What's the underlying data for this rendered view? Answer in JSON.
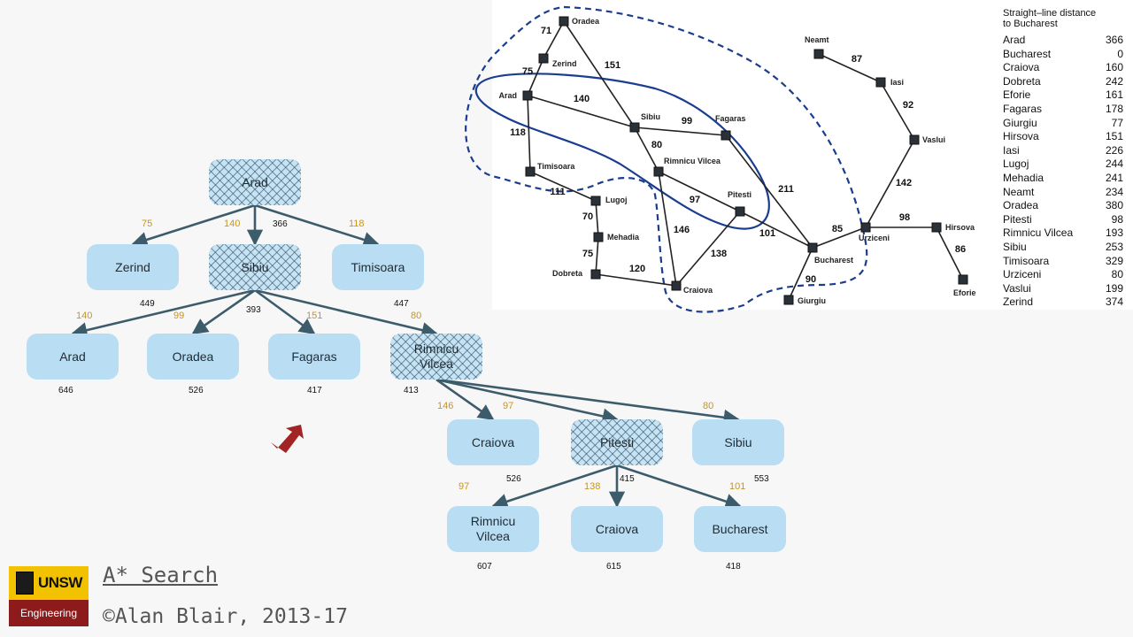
{
  "tree": {
    "nodes": [
      {
        "id": "arad_root",
        "label": "Arad",
        "expanded": true
      },
      {
        "id": "zerind",
        "label": "Zerind",
        "expanded": false,
        "f": "449"
      },
      {
        "id": "sibiu",
        "label": "Sibiu",
        "expanded": true,
        "f": "393"
      },
      {
        "id": "timisoara",
        "label": "Timisoara",
        "expanded": false,
        "f": "447"
      },
      {
        "id": "arad2",
        "label": "Arad",
        "expanded": false,
        "f": "646"
      },
      {
        "id": "oradea",
        "label": "Oradea",
        "expanded": false,
        "f": "526"
      },
      {
        "id": "fagaras",
        "label": "Fagaras",
        "expanded": false,
        "f": "417"
      },
      {
        "id": "rimnicu",
        "label": "Rimnicu Vilcea",
        "expanded": true,
        "f": "413"
      },
      {
        "id": "craiova",
        "label": "Craiova",
        "expanded": false,
        "f": "526"
      },
      {
        "id": "pitesti",
        "label": "Pitesti",
        "expanded": true,
        "f": "415"
      },
      {
        "id": "sibiu2",
        "label": "Sibiu",
        "expanded": false,
        "f": "553"
      },
      {
        "id": "rimnicu2",
        "label": "Rimnicu Vilcea",
        "expanded": false,
        "f": "607"
      },
      {
        "id": "craiova2",
        "label": "Craiova",
        "expanded": false,
        "f": "615"
      },
      {
        "id": "bucharest",
        "label": "Bucharest",
        "expanded": false,
        "f": "418"
      }
    ],
    "root_f": "366",
    "edges": [
      {
        "from": "arad_root",
        "to": "zerind",
        "cost": "75"
      },
      {
        "from": "arad_root",
        "to": "sibiu",
        "cost": "140"
      },
      {
        "from": "arad_root",
        "to": "timisoara",
        "cost": "118"
      },
      {
        "from": "sibiu",
        "to": "arad2",
        "cost": "140"
      },
      {
        "from": "sibiu",
        "to": "oradea",
        "cost": "99"
      },
      {
        "from": "sibiu",
        "to": "fagaras",
        "cost": "151"
      },
      {
        "from": "sibiu",
        "to": "rimnicu",
        "cost": "80"
      },
      {
        "from": "rimnicu",
        "to": "craiova",
        "cost": "146"
      },
      {
        "from": "rimnicu",
        "to": "pitesti",
        "cost": "97"
      },
      {
        "from": "rimnicu",
        "to": "sibiu2",
        "cost": "80"
      },
      {
        "from": "pitesti",
        "to": "rimnicu2",
        "cost": "97"
      },
      {
        "from": "pitesti",
        "to": "craiova2",
        "cost": "138"
      },
      {
        "from": "pitesti",
        "to": "bucharest",
        "cost": "101"
      }
    ]
  },
  "map": {
    "cities": [
      {
        "id": "oradea",
        "label": "Oradea"
      },
      {
        "id": "zerind",
        "label": "Zerind"
      },
      {
        "id": "arad",
        "label": "Arad"
      },
      {
        "id": "sibiu",
        "label": "Sibiu"
      },
      {
        "id": "fagaras",
        "label": "Fagaras"
      },
      {
        "id": "timisoara",
        "label": "Timisoara"
      },
      {
        "id": "rimnicu",
        "label": "Rimnicu Vilcea"
      },
      {
        "id": "lugoj",
        "label": "Lugoj"
      },
      {
        "id": "pitesti",
        "label": "Pitesti"
      },
      {
        "id": "mehadia",
        "label": "Mehadia"
      },
      {
        "id": "dobreta",
        "label": "Dobreta"
      },
      {
        "id": "craiova",
        "label": "Craiova"
      },
      {
        "id": "bucharest",
        "label": "Bucharest"
      },
      {
        "id": "giurgiu",
        "label": "Giurgiu"
      },
      {
        "id": "urziceni",
        "label": "Urziceni"
      },
      {
        "id": "hirsova",
        "label": "Hirsova"
      },
      {
        "id": "eforie",
        "label": "Eforie"
      },
      {
        "id": "vaslui",
        "label": "Vaslui"
      },
      {
        "id": "iasi",
        "label": "Iasi"
      },
      {
        "id": "neamt",
        "label": "Neamt"
      }
    ],
    "roads": [
      {
        "a": "oradea",
        "b": "zerind",
        "dist": "71"
      },
      {
        "a": "oradea",
        "b": "sibiu",
        "dist": "151"
      },
      {
        "a": "zerind",
        "b": "arad",
        "dist": "75"
      },
      {
        "a": "arad",
        "b": "sibiu",
        "dist": "140"
      },
      {
        "a": "arad",
        "b": "timisoara",
        "dist": "118"
      },
      {
        "a": "sibiu",
        "b": "fagaras",
        "dist": "99"
      },
      {
        "a": "sibiu",
        "b": "rimnicu",
        "dist": "80"
      },
      {
        "a": "timisoara",
        "b": "lugoj",
        "dist": "111"
      },
      {
        "a": "lugoj",
        "b": "mehadia",
        "dist": "70"
      },
      {
        "a": "mehadia",
        "b": "dobreta",
        "dist": "75"
      },
      {
        "a": "dobreta",
        "b": "craiova",
        "dist": "120"
      },
      {
        "a": "rimnicu",
        "b": "pitesti",
        "dist": "97"
      },
      {
        "a": "rimnicu",
        "b": "craiova",
        "dist": "146"
      },
      {
        "a": "craiova",
        "b": "pitesti",
        "dist": "138"
      },
      {
        "a": "pitesti",
        "b": "bucharest",
        "dist": "101"
      },
      {
        "a": "fagaras",
        "b": "bucharest",
        "dist": "211"
      },
      {
        "a": "bucharest",
        "b": "giurgiu",
        "dist": "90"
      },
      {
        "a": "bucharest",
        "b": "urziceni",
        "dist": "85"
      },
      {
        "a": "urziceni",
        "b": "hirsova",
        "dist": "98"
      },
      {
        "a": "hirsova",
        "b": "eforie",
        "dist": "86"
      },
      {
        "a": "urziceni",
        "b": "vaslui",
        "dist": "142"
      },
      {
        "a": "vaslui",
        "b": "iasi",
        "dist": "92"
      },
      {
        "a": "iasi",
        "b": "neamt",
        "dist": "87"
      }
    ]
  },
  "legend": {
    "title_line1": "Straight–line distance",
    "title_line2": "to Bucharest",
    "rows": [
      {
        "city": "Arad",
        "value": "366"
      },
      {
        "city": "Bucharest",
        "value": "0"
      },
      {
        "city": "Craiova",
        "value": "160"
      },
      {
        "city": "Dobreta",
        "value": "242"
      },
      {
        "city": "Eforie",
        "value": "161"
      },
      {
        "city": "Fagaras",
        "value": "178"
      },
      {
        "city": "Giurgiu",
        "value": "77"
      },
      {
        "city": "Hirsova",
        "value": "151"
      },
      {
        "city": "Iasi",
        "value": "226"
      },
      {
        "city": "Lugoj",
        "value": "244"
      },
      {
        "city": "Mehadia",
        "value": "241"
      },
      {
        "city": "Neamt",
        "value": "234"
      },
      {
        "city": "Oradea",
        "value": "380"
      },
      {
        "city": "Pitesti",
        "value": "98"
      },
      {
        "city": "Rimnicu Vilcea",
        "value": "193"
      },
      {
        "city": "Sibiu",
        "value": "253"
      },
      {
        "city": "Timisoara",
        "value": "329"
      },
      {
        "city": "Urziceni",
        "value": "80"
      },
      {
        "city": "Vaslui",
        "value": "199"
      },
      {
        "city": "Zerind",
        "value": "374"
      }
    ]
  },
  "footer": {
    "title": "A* Search",
    "copyright": "©Alan Blair, 2013-17",
    "logo_top": "UNSW",
    "logo_bottom": "Engineering"
  },
  "colors": {
    "node_fill": "#b9def4",
    "edge": "#3d5c6b",
    "cost": "#c9951a",
    "arrow": "#a32424",
    "map_outline": "#1a3d8f"
  }
}
